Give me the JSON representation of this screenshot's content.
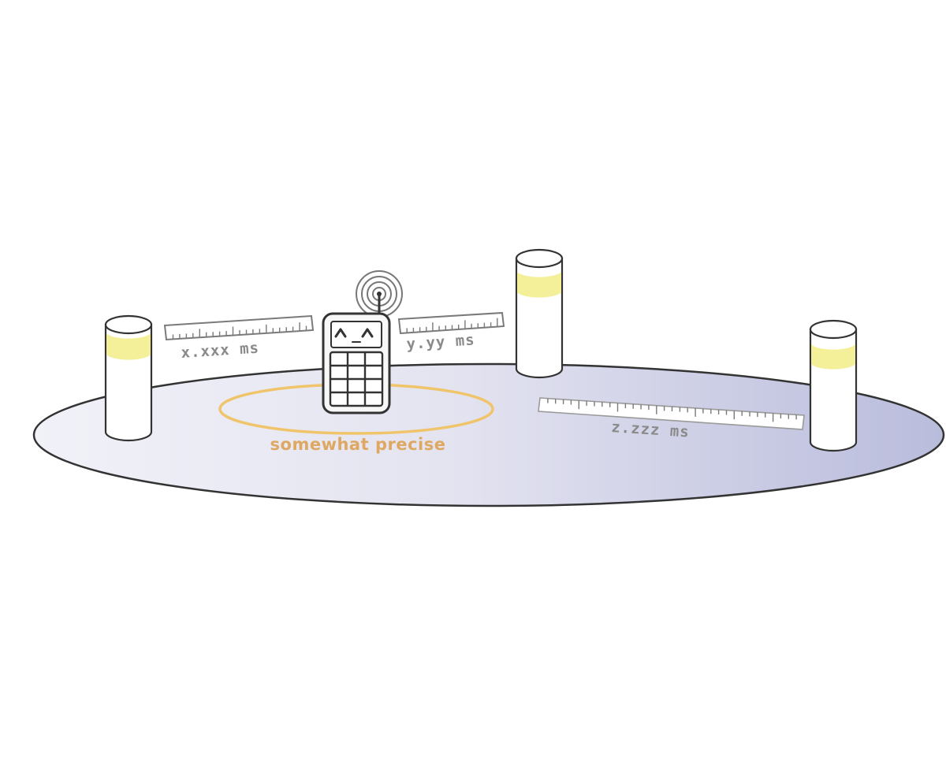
{
  "colors": {
    "background": "#ffffff",
    "platform_fill_light": "#f1f1f8",
    "platform_fill_dark": "#b9bcdc",
    "outline": "#333333",
    "cylinder_body": "#ffffff",
    "cylinder_band": "#f4f09a",
    "precision_ring": "#f0c46a",
    "precision_label": "#dfa862",
    "ruler_fill": "#ffffff",
    "ruler_stroke": "#7a7a7a",
    "ruler_label": "#8a8a8a",
    "device_body": "#f7f7f7",
    "signal_waves": "#777777"
  },
  "rulers": [
    {
      "name": "ruler-left",
      "label": "x.xxx ms"
    },
    {
      "name": "ruler-middle",
      "label": "y.yy ms"
    },
    {
      "name": "ruler-right",
      "label": "z.zzz ms"
    }
  ],
  "precision": {
    "label": "somewhat precise"
  },
  "device": {
    "icon": "mobile-device-icon",
    "face_icon": "happy-face-icon",
    "signal_icon": "wifi-signal-icon"
  },
  "beacons": [
    {
      "name": "beacon-cylinder-left",
      "icon": "cylinder-beacon-icon"
    },
    {
      "name": "beacon-cylinder-center",
      "icon": "cylinder-beacon-icon"
    },
    {
      "name": "beacon-cylinder-right",
      "icon": "cylinder-beacon-icon"
    }
  ]
}
